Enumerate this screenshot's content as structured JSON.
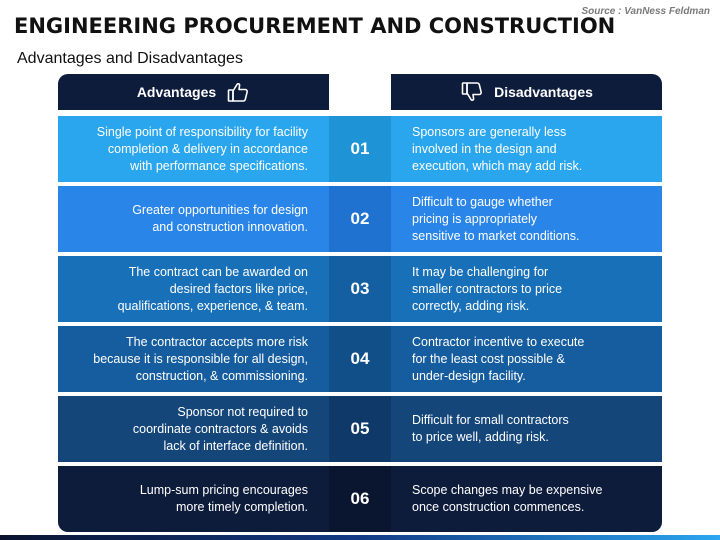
{
  "title": "ENGINEERING PROCUREMENT AND CONSTRUCTION",
  "subtitle": "Advantages and Disadvantages",
  "source": "Source : VanNess Feldman",
  "headers": {
    "advantages": "Advantages",
    "disadvantages": "Disadvantages",
    "advantages_icon": "thumbs-up-icon",
    "disadvantages_icon": "thumbs-down-icon"
  },
  "colors": {
    "header": "#0e1c3c",
    "row_adv": [
      "#2aa6ee",
      "#2a85e8",
      "#1870b8",
      "#155d9e",
      "#14467a",
      "#0e1c3c"
    ],
    "row_num": [
      "#1e93d6",
      "#1f72d0",
      "#135fa2",
      "#114f88",
      "#0f3968",
      "#0a1530"
    ]
  },
  "rows": [
    {
      "number": "01",
      "advantage": "Single point of responsibility for facility\ncompletion & delivery in accordance\nwith performance specifications.",
      "disadvantage": "Sponsors are generally less\ninvolved in the design and\nexecution, which may add risk."
    },
    {
      "number": "02",
      "advantage": "Greater opportunities for design\nand construction innovation.",
      "disadvantage": "Difficult to gauge whether\npricing is appropriately\nsensitive to market conditions."
    },
    {
      "number": "03",
      "advantage": "The contract can be awarded on\ndesired factors like price,\nqualifications, experience, & team.",
      "disadvantage": "It may be challenging for\nsmaller contractors to price\ncorrectly, adding risk."
    },
    {
      "number": "04",
      "advantage": "The contractor accepts more risk\nbecause it is responsible for all design,\nconstruction, & commissioning.",
      "disadvantage": "Contractor incentive to execute\nfor the least cost possible &\nunder-design facility."
    },
    {
      "number": "05",
      "advantage": "Sponsor not required to\ncoordinate contractors & avoids\nlack of interface definition.",
      "disadvantage": "Difficult for small contractors\nto price well, adding risk."
    },
    {
      "number": "06",
      "advantage": "Lump-sum pricing encourages\nmore timely completion.",
      "disadvantage": "Scope changes may be expensive\nonce construction commences."
    }
  ]
}
